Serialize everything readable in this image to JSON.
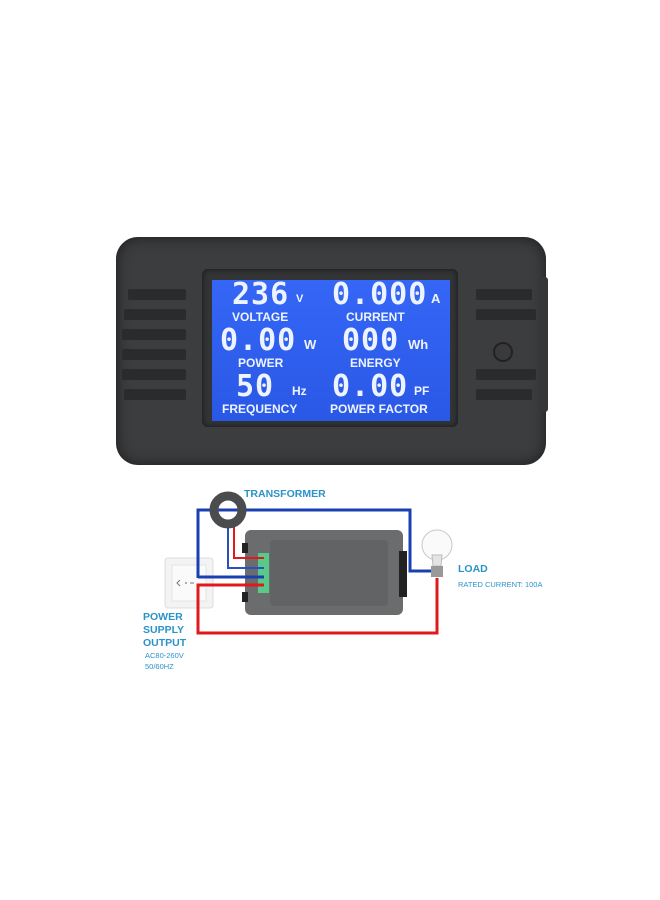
{
  "meter": {
    "voltage": {
      "value": "236",
      "unit": "V",
      "label": "VOLTAGE"
    },
    "current": {
      "value": "0.000",
      "unit": "A",
      "label": "CURRENT"
    },
    "power": {
      "value": "0.00",
      "unit": "W",
      "label": "POWER"
    },
    "energy": {
      "value": "000",
      "unit": "Wh",
      "label": "ENERGY"
    },
    "frequency": {
      "value": "50",
      "unit": "Hz",
      "label": "FREQUENCY"
    },
    "power_factor": {
      "value": "0.00",
      "unit": "PF",
      "label": "POWER FACTOR"
    },
    "lcd_color": "#2f5ff0",
    "body_color": "#3c3d3f"
  },
  "diagram": {
    "transformer_label": "TRANSFORMER",
    "load_label": "LOAD",
    "load_rating": "RATED CURRENT:  100A",
    "supply_label": [
      "POWER",
      "SUPPLY",
      "OUTPUT"
    ],
    "supply_voltage": "AC80-260V",
    "supply_frequency": "50/60HZ",
    "wire_colors": {
      "neutral": "#1a3fb0",
      "live": "#e0191e"
    },
    "label_color": "#2a93c9"
  }
}
